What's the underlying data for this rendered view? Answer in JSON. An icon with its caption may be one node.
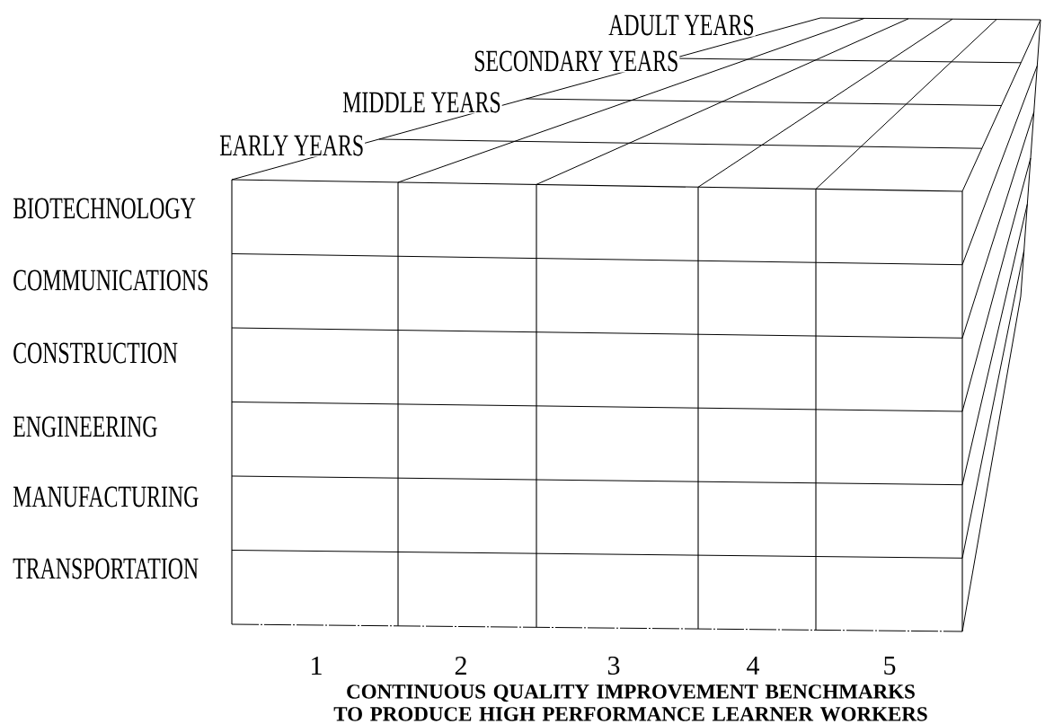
{
  "diagram": {
    "caption": "CONTINUOUS QUALITY IMPROVEMENT BENCHMARKS TO PRODUCE HIGH PERFORMANCE LEARNER WORKERS",
    "labels": [
      "ADULT YEARS",
      "SECONDARY YEARS",
      "MIDDLE YEARS",
      "EARLY YEARS",
      "BIOTECHNOLOGY",
      "COMMUNICATIONS",
      "CONSTRUCTION",
      "ENGINEERING",
      "MANUFACTURING",
      "TRANSPORTATION",
      "1",
      "2",
      "3",
      "4",
      "5"
    ]
  }
}
